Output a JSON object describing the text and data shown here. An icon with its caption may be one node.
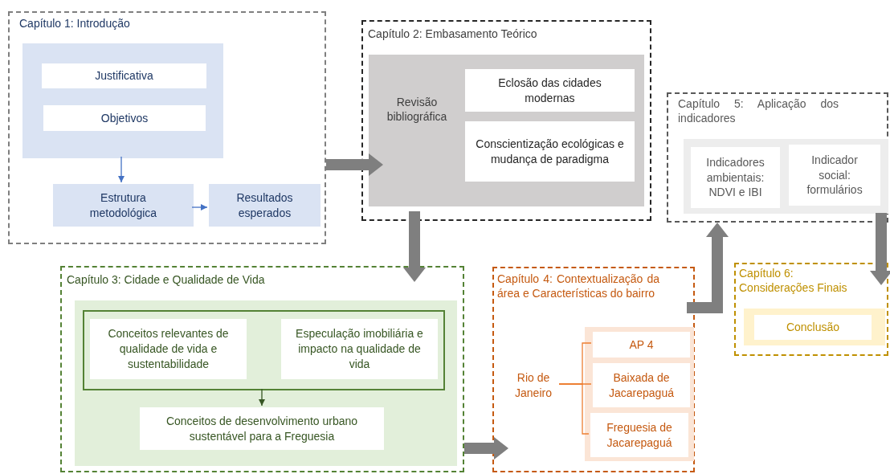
{
  "diagram": {
    "nodes": [
      {
        "text": [
          "Capítulo 1: Introdução"
        ]
      },
      {
        "text": [],
        "shape": "box",
        "in": 0
      },
      {
        "text": [
          "Justificativa"
        ],
        "in": 1
      },
      {
        "text": [
          "Objetivos"
        ],
        "in": 1
      },
      {
        "text": [
          "Estrutura metodológica"
        ],
        "in": 0
      },
      {
        "text": [
          "Resultados esperados"
        ],
        "in": 0
      },
      {
        "text": [
          "Capítulo 2: Embasamento Teórico"
        ]
      },
      {
        "text": [
          "Revisão bibliográfica"
        ],
        "in": 6
      },
      {
        "text": [
          "Eclosão das cidades modernas"
        ],
        "in": 7
      },
      {
        "text": [
          "Conscientização ecológicas e mudança de paradigma"
        ],
        "in": 7
      },
      {
        "text": [
          "Capítulo 5: Aplicação dos indicadores"
        ]
      },
      {
        "text": [],
        "shape": "box",
        "in": 10
      },
      {
        "text": [
          "Indicadores ambientais: NDVI e IBI"
        ],
        "in": 11
      },
      {
        "text": [
          "Indicador social: formulários"
        ],
        "in": 11
      },
      {
        "text": [
          "Capítulo 3: Cidade e Qualidade de Vida"
        ]
      },
      {
        "text": [],
        "shape": "box",
        "in": 14
      },
      {
        "text": [],
        "shape": "box",
        "in": 15
      },
      {
        "text": [
          "Conceitos relevantes de qualidade de vida e sustentabilidade"
        ],
        "in": 16
      },
      {
        "text": [
          "Especulação imobiliária e impacto na qualidade de vida"
        ],
        "in": 16
      },
      {
        "text": [
          "Conceitos de desenvolvimento urbano sustentável para a Freguesia"
        ],
        "in": 15
      },
      {
        "text": [
          "Capítulo 4: Contextualização da área e Características do bairro"
        ]
      },
      {
        "text": [
          "Rio de Janeiro"
        ],
        "in": 20
      },
      {
        "text": [],
        "shape": "box",
        "in": 20
      },
      {
        "text": [
          "AP 4"
        ],
        "in": 22
      },
      {
        "text": [
          "Baixada de Jacarepaguá"
        ],
        "in": 22
      },
      {
        "text": [
          "Freguesia de Jacarepaguá"
        ],
        "in": 22
      },
      {
        "text": [
          "Capítulo 6: Considerações Finais"
        ]
      },
      {
        "text": [],
        "shape": "box",
        "in": 26
      },
      {
        "text": [
          "Conclusão"
        ],
        "in": 27
      }
    ],
    "edges": [
      {
        "from": 1,
        "to": 4,
        "arrow": "to",
        "color": "#4472c4"
      },
      {
        "from": 4,
        "to": 5,
        "arrow": "to",
        "color": "#4472c4"
      },
      {
        "from": 0,
        "to": 7,
        "arrow": "to",
        "style": "thick"
      },
      {
        "from": 6,
        "to": 14,
        "arrow": "to",
        "style": "thick"
      },
      {
        "from": 14,
        "to": 20,
        "arrow": "to",
        "style": "thick"
      },
      {
        "from": 20,
        "to": 10,
        "arrow": "to",
        "style": "thick"
      },
      {
        "from": 10,
        "to": 26,
        "arrow": "to",
        "style": "thick"
      },
      {
        "from": 16,
        "to": 19,
        "arrow": "to",
        "color": "#375623"
      },
      {
        "from": 21,
        "to": 23,
        "arrow": "none",
        "color": "#ed7d31"
      },
      {
        "from": 21,
        "to": 24,
        "arrow": "none",
        "color": "#ed7d31"
      },
      {
        "from": 21,
        "to": 25,
        "arrow": "none",
        "color": "#ed7d31"
      }
    ]
  }
}
